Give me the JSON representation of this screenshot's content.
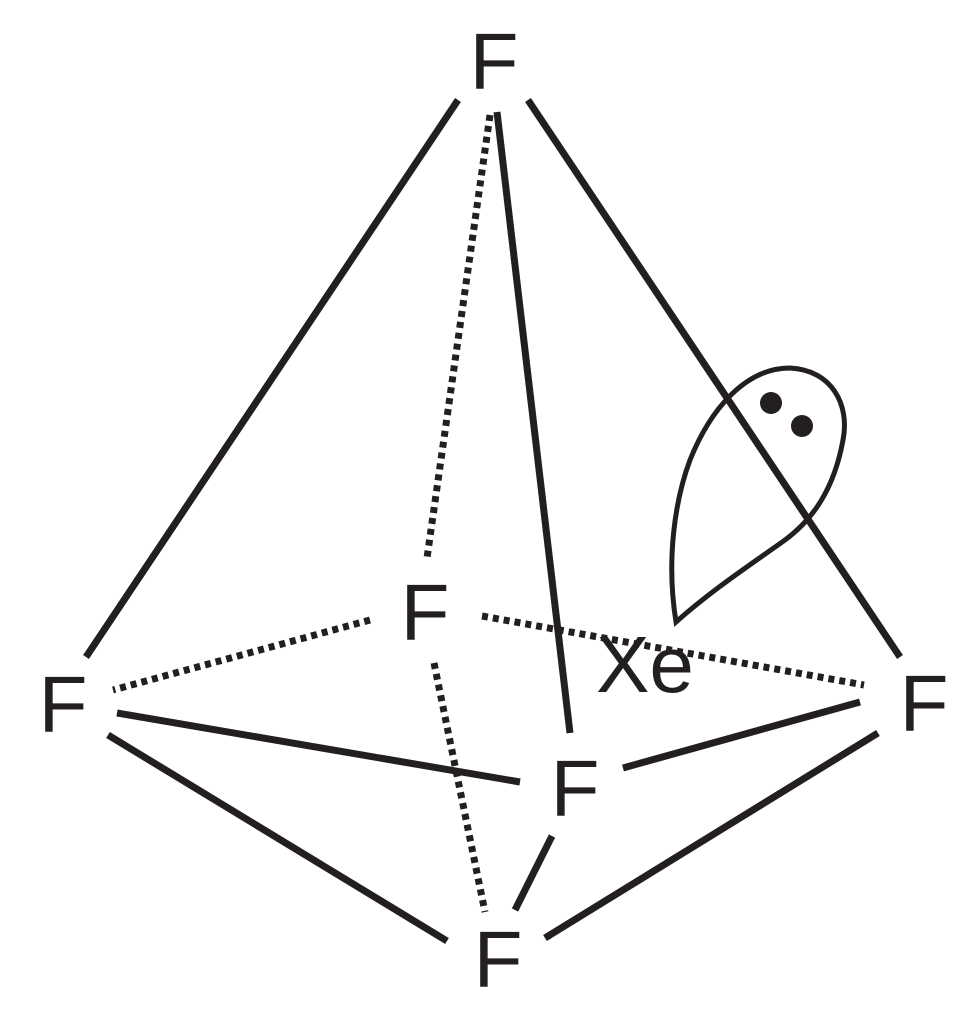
{
  "atoms": {
    "top": "F",
    "back": "F",
    "left": "F",
    "right": "F",
    "front": "F",
    "bottom": "F",
    "center": "Xe"
  },
  "colors": {
    "ink": "#231f20",
    "background": "#ffffff"
  },
  "lone_pair": {
    "electron_count": 2
  }
}
